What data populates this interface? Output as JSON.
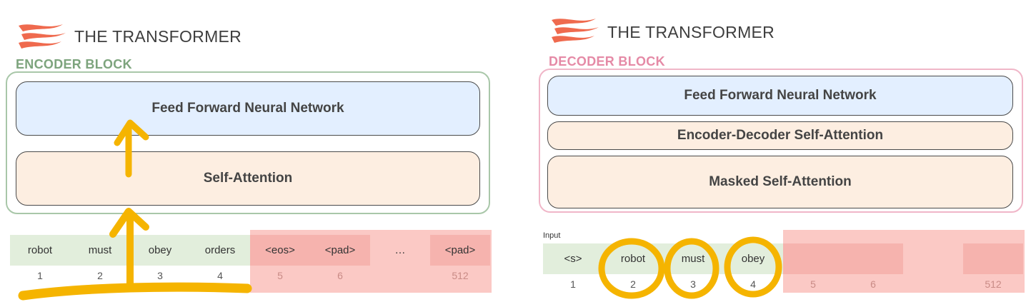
{
  "colors": {
    "encoder_label": "#7da47d",
    "decoder_label": "#e58aa6",
    "token_green": "#e2eedc",
    "token_red": "#f9b9b5",
    "ink": "#f5b400",
    "logo": "#ef6a4e"
  },
  "encoder": {
    "title": "THE TRANSFORMER",
    "block_label": "ENCODER BLOCK",
    "ffnn_label": "Feed Forward Neural Network",
    "attention_label": "Self-Attention",
    "tokens": [
      "robot",
      "must",
      "obey",
      "orders",
      "<eos>",
      "<pad>",
      "…",
      "<pad>"
    ],
    "positions": [
      "1",
      "2",
      "3",
      "4",
      "5",
      "6",
      "",
      "512"
    ]
  },
  "decoder": {
    "title": "THE TRANSFORMER",
    "block_label": "DECODER BLOCK",
    "ffnn_label": "Feed Forward Neural Network",
    "encdec_label": "Encoder-Decoder Self-Attention",
    "masked_label": "Masked Self-Attention",
    "input_label": "Input",
    "tokens": [
      "<s>",
      "robot",
      "must",
      "obey",
      "",
      "",
      "",
      ""
    ],
    "positions": [
      "1",
      "2",
      "3",
      "4",
      "5",
      "6",
      "",
      "512"
    ]
  }
}
